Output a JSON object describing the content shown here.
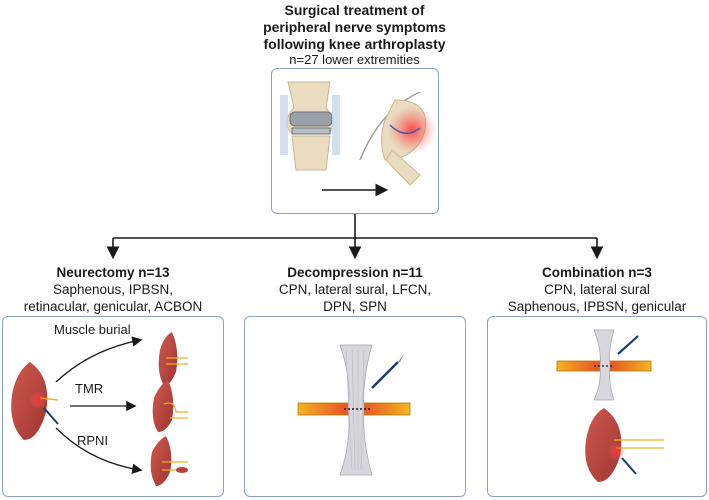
{
  "header": {
    "title_line1": "Surgical treatment of",
    "title_line2": "peripheral nerve symptoms",
    "title_line3": "following knee arthroplasty",
    "subtitle": "n=27 lower extremities"
  },
  "columns": [
    {
      "title": "Neurectomy n=13",
      "line1": "Saphenous, IPBSN,",
      "line2": "retinacular, genicular, ACBON",
      "techniques": [
        "Muscle burial",
        "TMR",
        "RPNI"
      ]
    },
    {
      "title": "Decompression n=11",
      "line1": "CPN, lateral sural, LFCN,",
      "line2": "DPN, SPN"
    },
    {
      "title": "Combination n=3",
      "line1": "CPN, lateral sural",
      "line2": "Saphenous, IPBSN, genicular"
    }
  ],
  "colors": {
    "panel_border": "#8aa0c8",
    "muscle": "#b8413a",
    "nerve": "#f0b020",
    "bone": "#e9dcc0",
    "implant": "#9aa0a8"
  }
}
